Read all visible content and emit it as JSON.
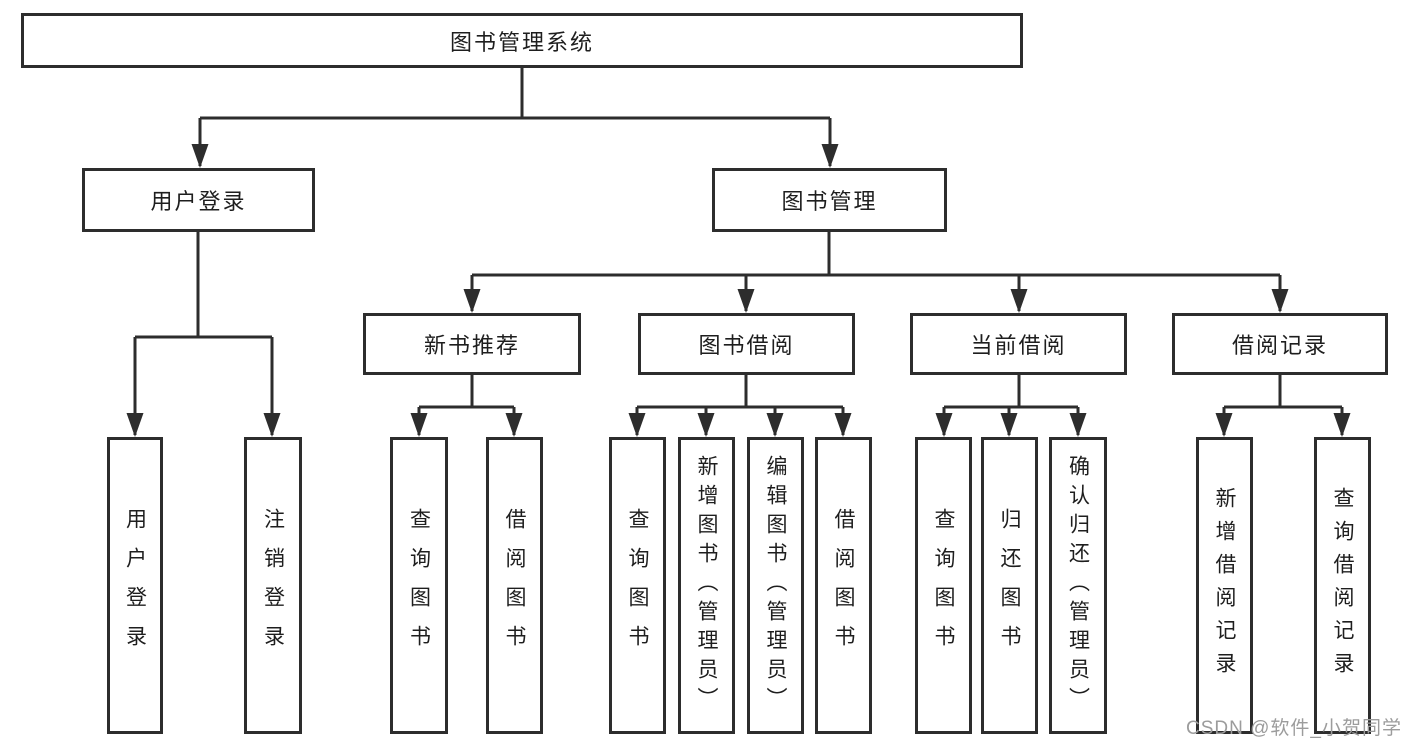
{
  "nodes": {
    "root": {
      "label": "图书管理系统"
    },
    "user_login": {
      "label": "用户登录"
    },
    "book_management": {
      "label": "图书管理"
    },
    "new_book_recommend": {
      "label": "新书推荐"
    },
    "book_borrowing": {
      "label": "图书借阅"
    },
    "current_borrowing": {
      "label": "当前借阅"
    },
    "borrowing_records": {
      "label": "借阅记录"
    },
    "leaf_user_login": {
      "label": "用户登录"
    },
    "leaf_logout": {
      "label": "注销登录"
    },
    "recommend_query_books": {
      "label": "查询图书"
    },
    "recommend_borrow_books": {
      "label": "借阅图书"
    },
    "borrow_query_books": {
      "label": "查询图书"
    },
    "borrow_add_books": {
      "label": "新增图书（管理员）"
    },
    "borrow_edit_books": {
      "label": "编辑图书（管理员）"
    },
    "borrow_borrow_books": {
      "label": "借阅图书"
    },
    "current_query_books": {
      "label": "查询图书"
    },
    "current_return_books": {
      "label": "归还图书"
    },
    "current_confirm_return": {
      "label": "确认归还（管理员）"
    },
    "records_add_record": {
      "label": "新增借阅记录"
    },
    "records_query_record": {
      "label": "查询借阅记录"
    }
  },
  "hierarchy": {
    "图书管理系统": [
      "用户登录",
      "图书管理"
    ],
    "用户登录": [
      "用户登录",
      "注销登录"
    ],
    "图书管理": [
      "新书推荐",
      "图书借阅",
      "当前借阅",
      "借阅记录"
    ],
    "新书推荐": [
      "查询图书",
      "借阅图书"
    ],
    "图书借阅": [
      "查询图书",
      "新增图书（管理员）",
      "编辑图书（管理员）",
      "借阅图书"
    ],
    "当前借阅": [
      "查询图书",
      "归还图书",
      "确认归还（管理员）"
    ],
    "借阅记录": [
      "新增借阅记录",
      "查询借阅记录"
    ]
  },
  "watermark": {
    "text": "CSDN @软件_小贺同学"
  },
  "colors": {
    "line": "#2d2d2d",
    "text": "#1e1e1e",
    "watermark": "#9c9c9c",
    "background": "#ffffff"
  }
}
